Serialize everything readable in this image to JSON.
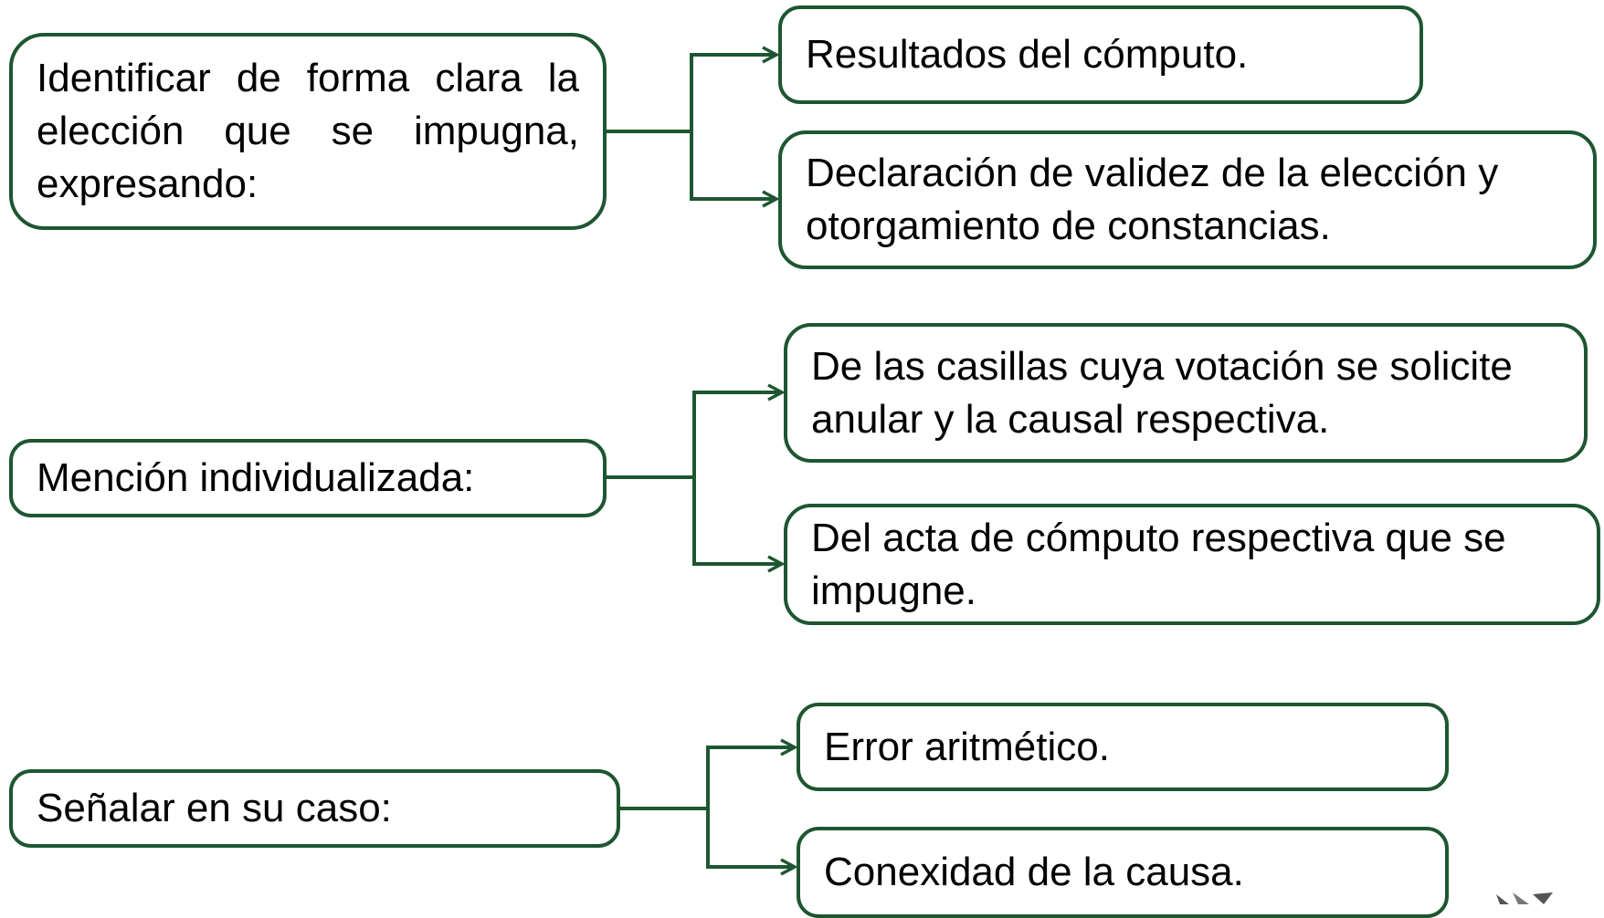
{
  "colors": {
    "border": "#1e5631",
    "connector": "#1e5631",
    "text": "#000000",
    "background": "#ffffff"
  },
  "groups": [
    {
      "source": "Identificar de forma clara la elección que se impugna, expresando:",
      "targets": [
        "Resultados del cómputo.",
        "Declaración de validez de la elección y otorgamiento de constancias."
      ]
    },
    {
      "source": "Mención individualizada:",
      "targets": [
        "De las casillas cuya votación se solicite anular y la causal respectiva.",
        "Del acta de cómputo respectiva que se impugne."
      ]
    },
    {
      "source": "Señalar en su caso:",
      "targets": [
        "Error aritmético.",
        "Conexidad de la causa."
      ]
    }
  ]
}
